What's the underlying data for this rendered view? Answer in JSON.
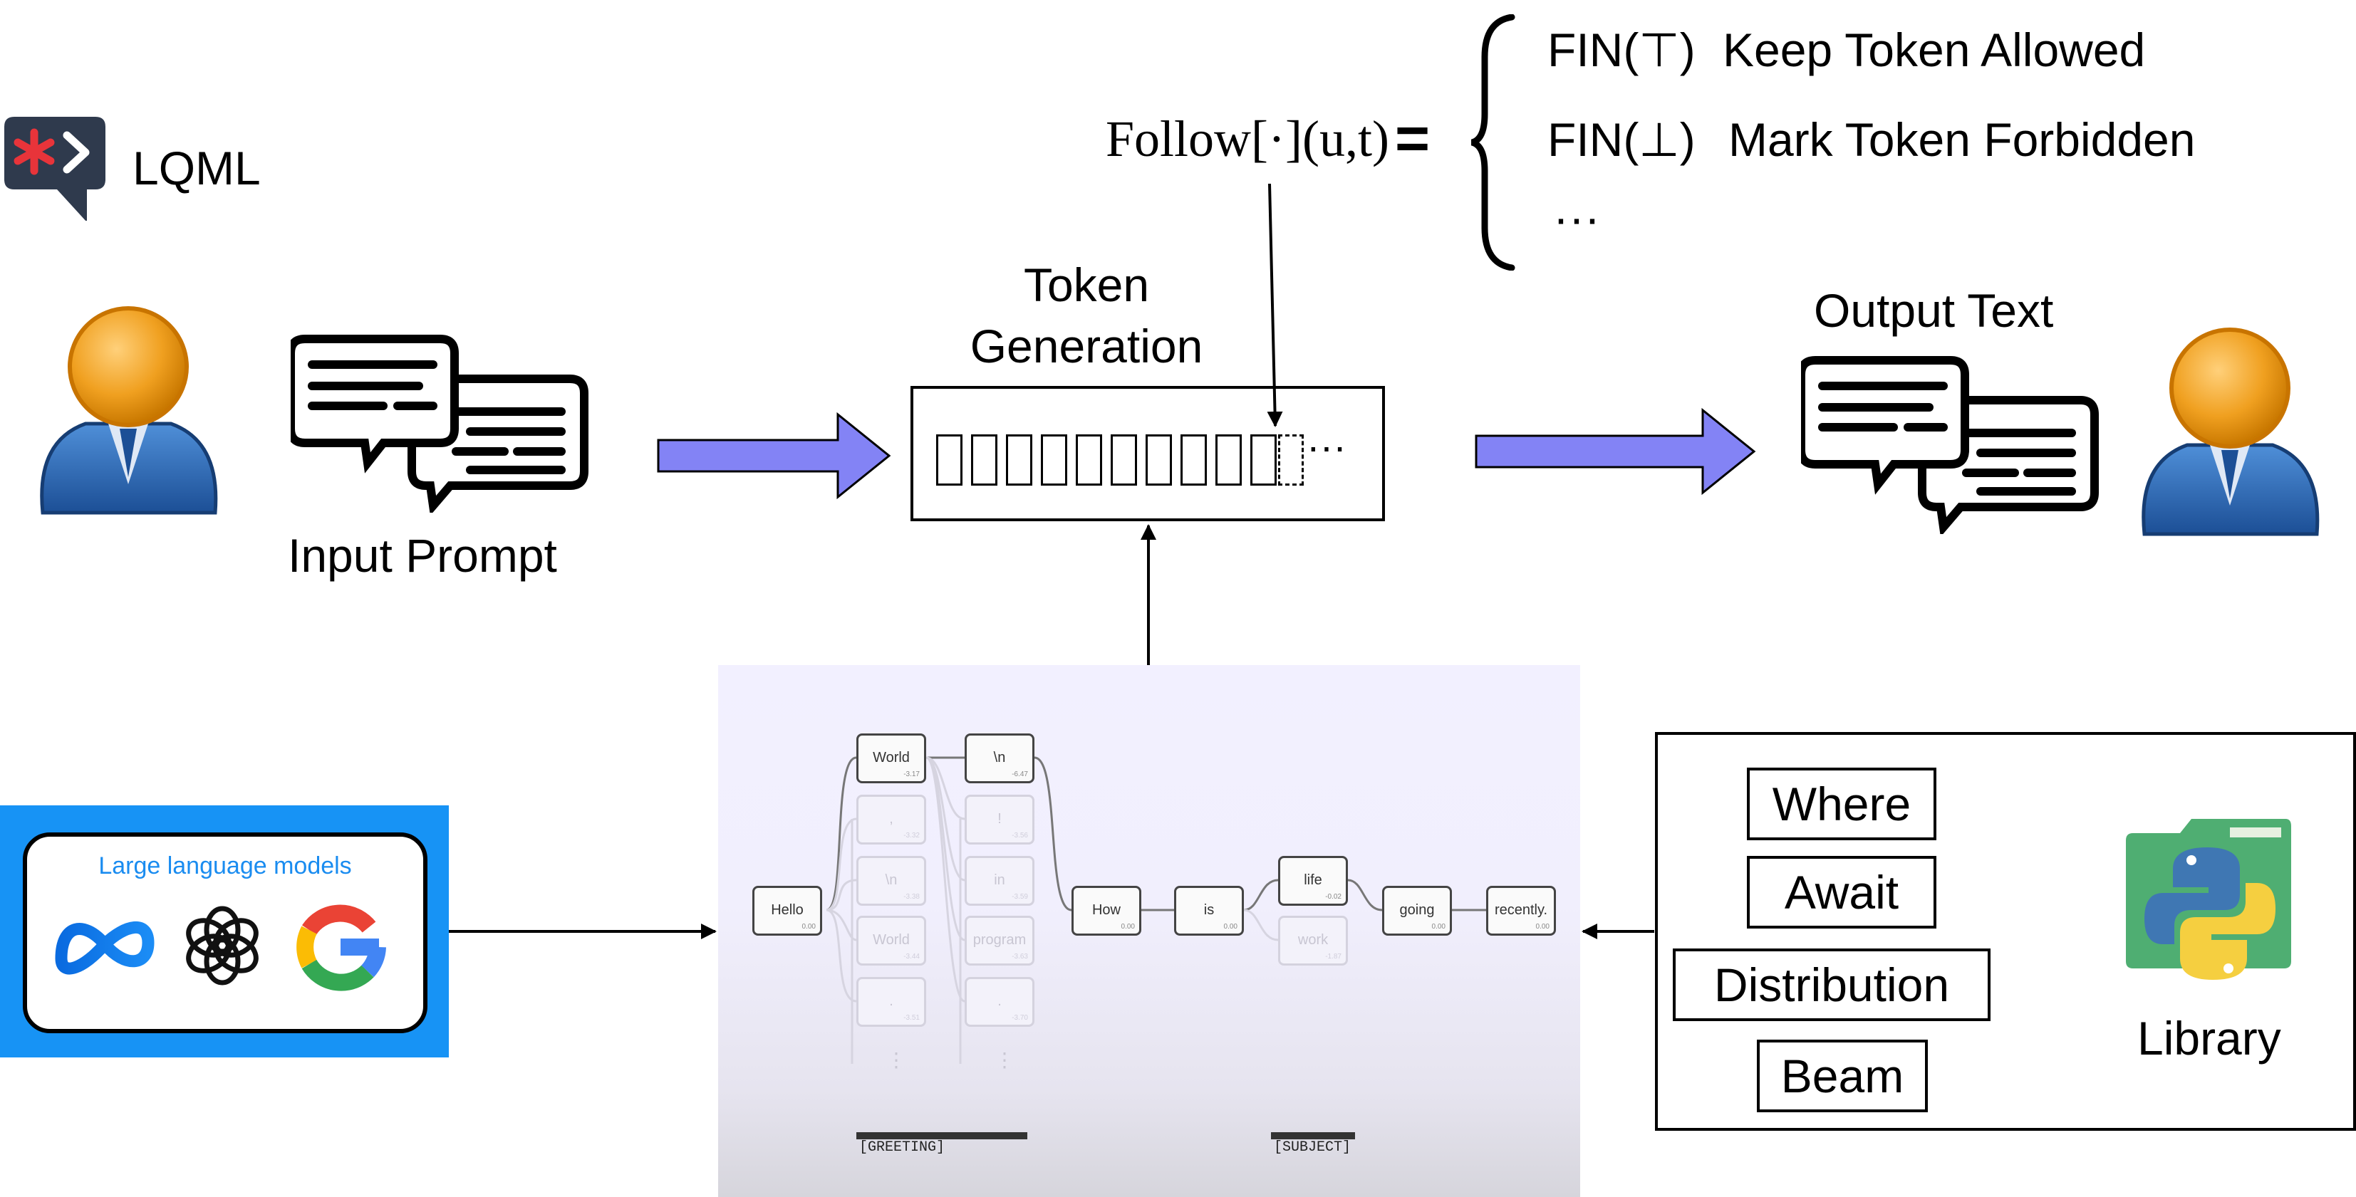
{
  "logo": {
    "text": "LQML",
    "icon": "asterisk-chevron-speech-icon",
    "accent": "#e8343a",
    "bg": "#2f3a4d"
  },
  "pipeline": {
    "input_label": "Input Prompt",
    "token_generation_line1": "Token",
    "token_generation_line2": "Generation",
    "ellipsis": "···",
    "output_label": "Output Text",
    "arrow_color": "#8383f5"
  },
  "follow": {
    "lhs": "Follow[·](u,t)",
    "equals": "=",
    "case1_func": "FIN(⊤)",
    "case1_text": "Keep Token Allowed",
    "case2_func": "FIN(⊥)",
    "case2_text": "Mark Token Forbidden",
    "case3": "···"
  },
  "beam": {
    "nodes": {
      "hello": {
        "word": "Hello",
        "prob": "0.00"
      },
      "world1": {
        "word": "World",
        "prob": "-3.17"
      },
      "comma": {
        "word": ",",
        "prob": "-3.32"
      },
      "nl1": {
        "word": "\\n",
        "prob": "-3.38"
      },
      "world2": {
        "word": "World",
        "prob": "-3.44"
      },
      "dot1": {
        "word": ".",
        "prob": "-3.51"
      },
      "nl2": {
        "word": "\\n",
        "prob": "-6.47"
      },
      "excl": {
        "word": "!",
        "prob": "-3.56"
      },
      "in": {
        "word": "in",
        "prob": "-3.59"
      },
      "program": {
        "word": "program",
        "prob": "-3.63"
      },
      "dot2": {
        "word": ".",
        "prob": "-3.70"
      },
      "how": {
        "word": "How",
        "prob": "0.00"
      },
      "is": {
        "word": "is",
        "prob": "0.00"
      },
      "life": {
        "word": "life",
        "prob": "-0.02"
      },
      "work": {
        "word": "work",
        "prob": "-1.87"
      },
      "going": {
        "word": "going",
        "prob": "0.00"
      },
      "recently": {
        "word": "recently.",
        "prob": "0.00"
      }
    },
    "vdots": "⋮",
    "tag1": "[GREETING]",
    "tag2": "[SUBJECT]"
  },
  "llm": {
    "title": "Large language models",
    "icons": [
      "meta-icon",
      "openai-icon",
      "google-icon"
    ]
  },
  "library": {
    "keywords": [
      "Where",
      "Await",
      "Distribution",
      "Beam"
    ],
    "label": "Library",
    "icon": "python-folder-icon"
  }
}
